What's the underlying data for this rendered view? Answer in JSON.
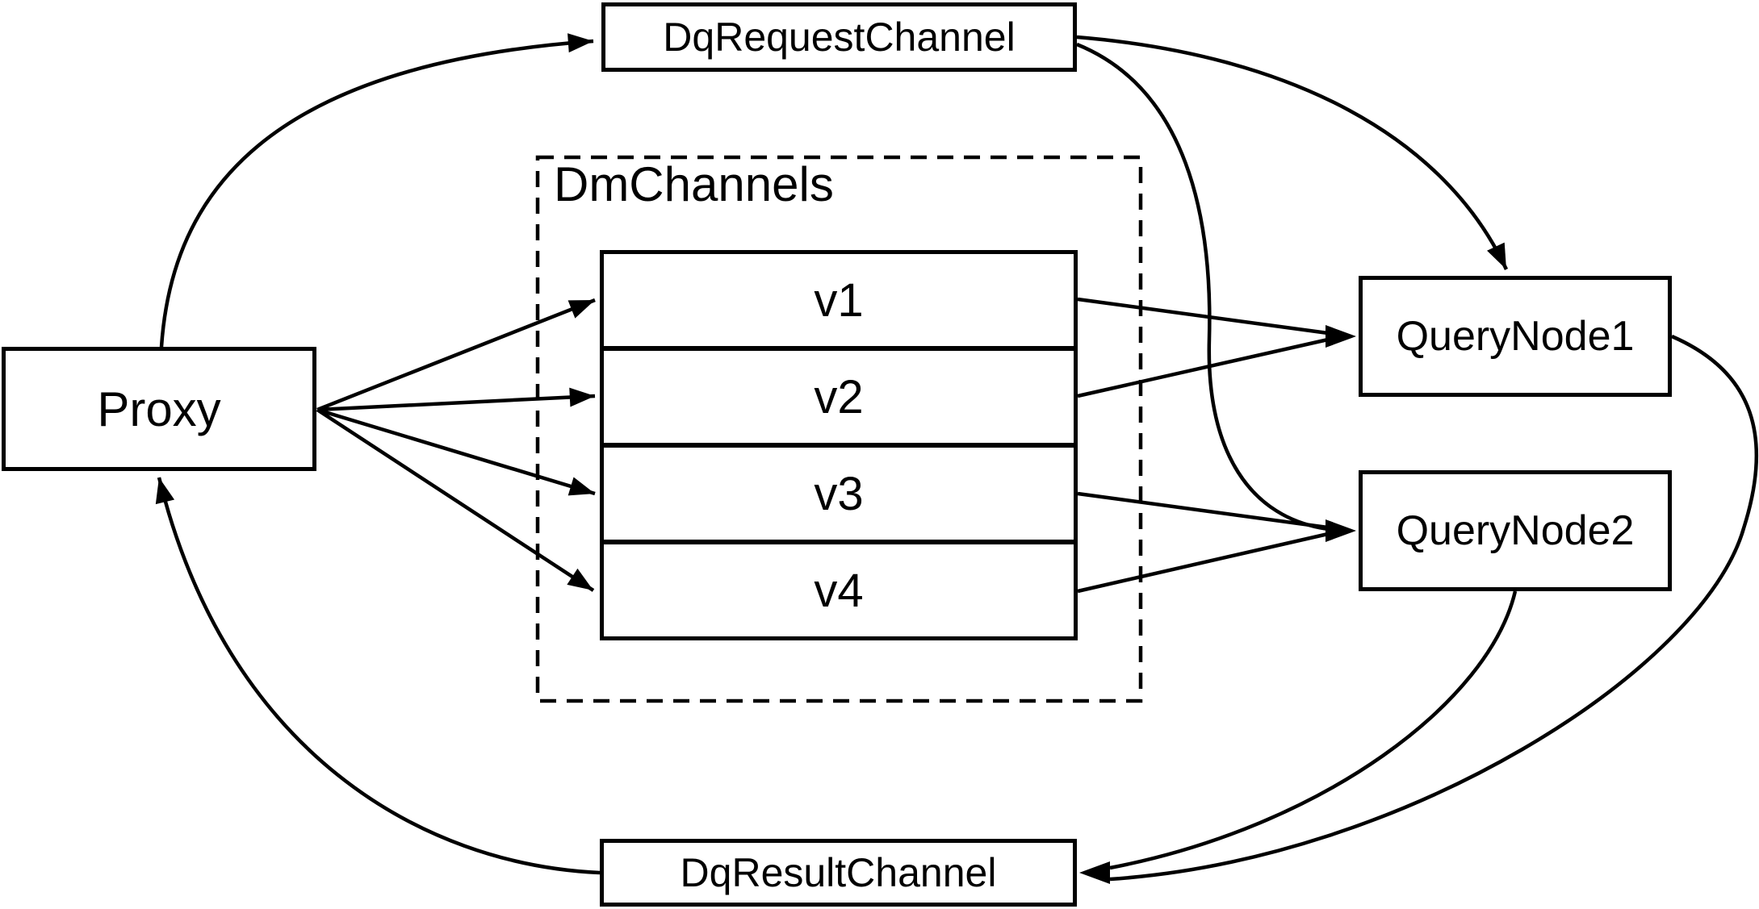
{
  "diagram": {
    "kind": "architecture-flow-diagram",
    "colors": {
      "stroke": "#000000",
      "background": "#ffffff",
      "text": "#000000"
    }
  },
  "nodes": {
    "proxy": "Proxy",
    "dq_request_channel": "DqRequestChannel",
    "dm_channels_group": "DmChannels",
    "channels": [
      "v1",
      "v2",
      "v3",
      "v4"
    ],
    "query_node1": "QueryNode1",
    "query_node2": "QueryNode2",
    "dq_result_channel": "DqResultChannel"
  },
  "edges": [
    {
      "from": "Proxy",
      "to": "DqRequestChannel"
    },
    {
      "from": "Proxy",
      "to": "v1"
    },
    {
      "from": "Proxy",
      "to": "v2"
    },
    {
      "from": "Proxy",
      "to": "v3"
    },
    {
      "from": "Proxy",
      "to": "v4"
    },
    {
      "from": "v1",
      "to": "QueryNode1"
    },
    {
      "from": "v2",
      "to": "QueryNode1"
    },
    {
      "from": "v3",
      "to": "QueryNode2"
    },
    {
      "from": "v4",
      "to": "QueryNode2"
    },
    {
      "from": "DqRequestChannel",
      "to": "QueryNode1"
    },
    {
      "from": "DqRequestChannel",
      "to": "QueryNode2"
    },
    {
      "from": "QueryNode1",
      "to": "DqResultChannel"
    },
    {
      "from": "QueryNode2",
      "to": "DqResultChannel"
    },
    {
      "from": "DqResultChannel",
      "to": "Proxy"
    }
  ]
}
